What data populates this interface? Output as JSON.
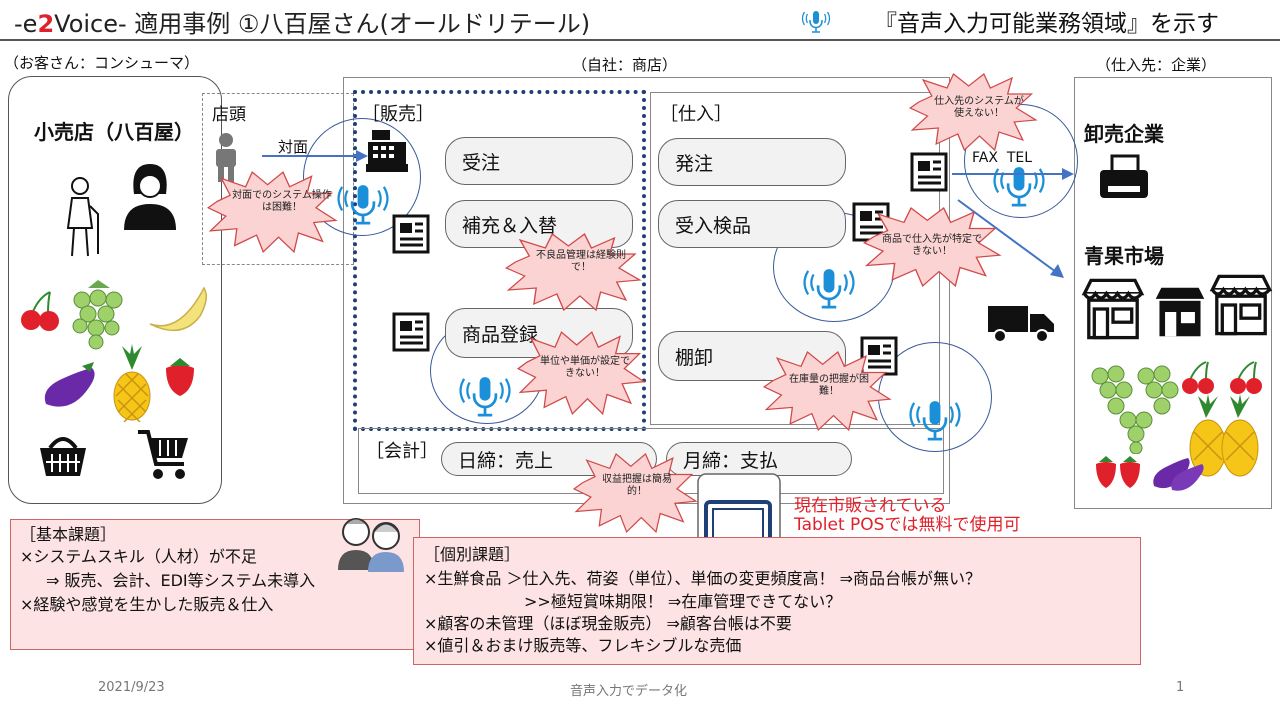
{
  "header": {
    "title_prefix": "-e",
    "title_two": "2",
    "title_suffix": "Voice-  適用事例  ①八百屋さん(オールドリテール)",
    "legend_text": "『音声入力可能業務領域』を示す",
    "legend_icon": "microphone-icon"
  },
  "sections": {
    "consumer": "（お客さん：コンシューマ）",
    "company": "（自社：商店）",
    "supplier": "（仕入先：企業）"
  },
  "consumer": {
    "shop_name": "小売店（八百屋）",
    "icons": [
      "elderly-person-icon",
      "woman-icon",
      "cherries-icon",
      "grapes-icon",
      "banana-icon",
      "eggplant-icon",
      "pineapple-icon",
      "strawberry-icon",
      "basket-icon",
      "shopping-cart-icon"
    ]
  },
  "storefront": {
    "label": "店頭",
    "arrow_label": "対面",
    "burst": "対面でのシステム操作は困難！"
  },
  "sales": {
    "heading": "［販売］",
    "items": [
      "受注",
      "補充＆入替",
      "商品登録"
    ],
    "burst1": "不良品管理は経験則で！",
    "burst2": "単位や単価が設定できない！"
  },
  "purchase": {
    "heading": "［仕入］",
    "items": [
      "発注",
      "受入検品",
      "棚卸"
    ],
    "burst1": "仕入先のシステムが使えない！",
    "burst2": "商品で仕入先が特定できない！",
    "burst3": "在庫量の把握が困難！",
    "fax_tel": "FAX  TEL"
  },
  "accounting": {
    "heading": "［会計］",
    "items": [
      "日締：売上",
      "月締：支払"
    ],
    "burst": "収益把握は簡易的！"
  },
  "tablet": {
    "line1": "現在市販されている",
    "line2": "Tablet POSでは無料で使用可"
  },
  "supplier": {
    "wholesale": "卸売企業",
    "market": "青果市場"
  },
  "basic_issues": {
    "heading": "［基本課題］",
    "lines": [
      "×システムスキル（人材）が不足",
      "⇒  販売、会計、EDI等システム未導入",
      "×経験や感覚を生かした販売＆仕入"
    ]
  },
  "individual_issues": {
    "heading": "［個別課題］",
    "lines": [
      "×生鮮食品  ＞仕入先、荷姿（単位）、単価の変更頻度高！  ⇒商品台帳が無い？",
      ">>極短賞味期限！  ⇒在庫管理できてない？",
      "×顧客の未管理（ほぼ現金販売）   ⇒顧客台帳は不要",
      "×値引＆おまけ販売等、フレキシブルな売価"
    ]
  },
  "footer": {
    "date": "2021/9/23",
    "center": "音声入力でデータ化",
    "page": "1"
  },
  "colors": {
    "accent_red": "#e0202a",
    "mic_blue": "#1c8fd9",
    "dotted_border": "#1f3f77",
    "note_bg": "#fde3e3",
    "burst_bg": "#fbd3d3"
  }
}
